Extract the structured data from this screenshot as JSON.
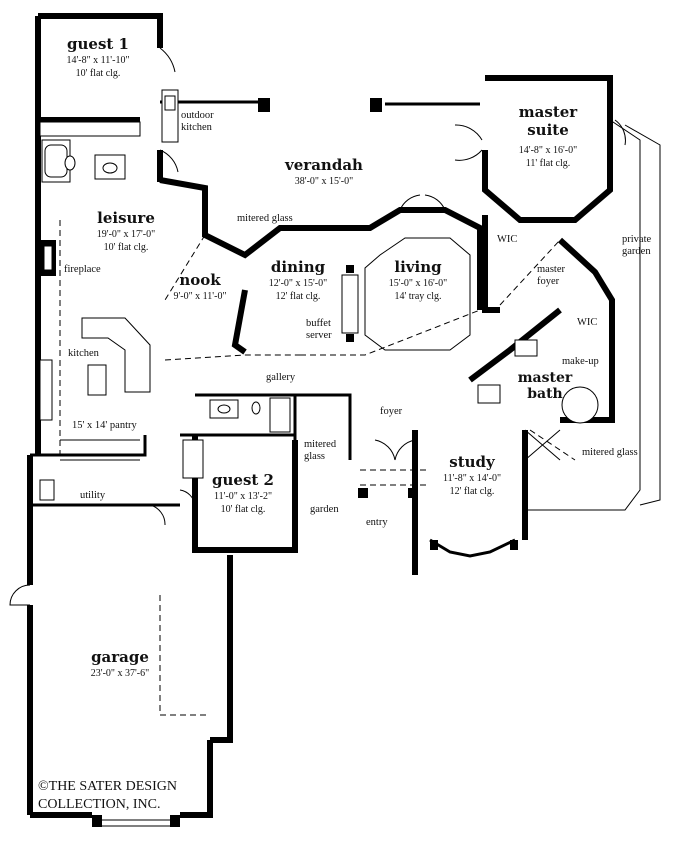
{
  "rooms": {
    "guest1": {
      "name": "guest 1",
      "dims": "14'-8\" x 11'-10\"",
      "ceiling": "10' flat clg."
    },
    "verandah": {
      "name": "verandah",
      "dims": "38'-0\" x 15'-0\""
    },
    "master_suite": {
      "name_line1": "master",
      "name_line2": "suite",
      "dims": "14'-8\" x 16'-0\"",
      "ceiling": "11' flat clg."
    },
    "leisure": {
      "name": "leisure",
      "dims": "19'-0\" x 17'-0\"",
      "ceiling": "10' flat clg."
    },
    "nook": {
      "name": "nook",
      "dims": "9'-0\" x 11'-0\""
    },
    "dining": {
      "name": "dining",
      "dims": "12'-0\" x 15'-0\"",
      "ceiling": "12' flat clg."
    },
    "living": {
      "name": "living",
      "dims": "15'-0\" x 16'-0\"",
      "ceiling": "14' tray clg."
    },
    "guest2": {
      "name": "guest  2",
      "dims": "11'-0\" x 13'-2\"",
      "ceiling": "10' flat clg."
    },
    "study": {
      "name": "study",
      "dims": "11'-8\" x 14'-0\"",
      "ceiling": "12' flat clg."
    },
    "master_bath": {
      "name_line1": "master",
      "name_line2": "bath"
    },
    "garage": {
      "name": "garage",
      "dims": "23'-0\" x 37'-6\""
    }
  },
  "labels": {
    "outdoor_kitchen_1": "outdoor",
    "outdoor_kitchen_2": "kitchen",
    "mitered_glass_top": "mitered glass",
    "fireplace": "fireplace",
    "kitchen": "kitchen",
    "pantry": "15' x 14'  pantry",
    "utility": "utility",
    "buffet_1": "buffet",
    "buffet_2": "server",
    "gallery": "gallery",
    "foyer": "foyer",
    "mitered_glass_mid_1": "mitered",
    "mitered_glass_mid_2": "glass",
    "garden": "garden",
    "entry": "entry",
    "wic_1": "WIC",
    "wic_2": "WIC",
    "master_foyer_1": "master",
    "master_foyer_2": "foyer",
    "make_up": "make-up",
    "private_garden_1": "private",
    "private_garden_2": "garden",
    "mitered_glass_right": "mitered glass"
  },
  "copyright": {
    "line1": "©THE SATER DESIGN",
    "line2": "COLLECTION, INC."
  }
}
